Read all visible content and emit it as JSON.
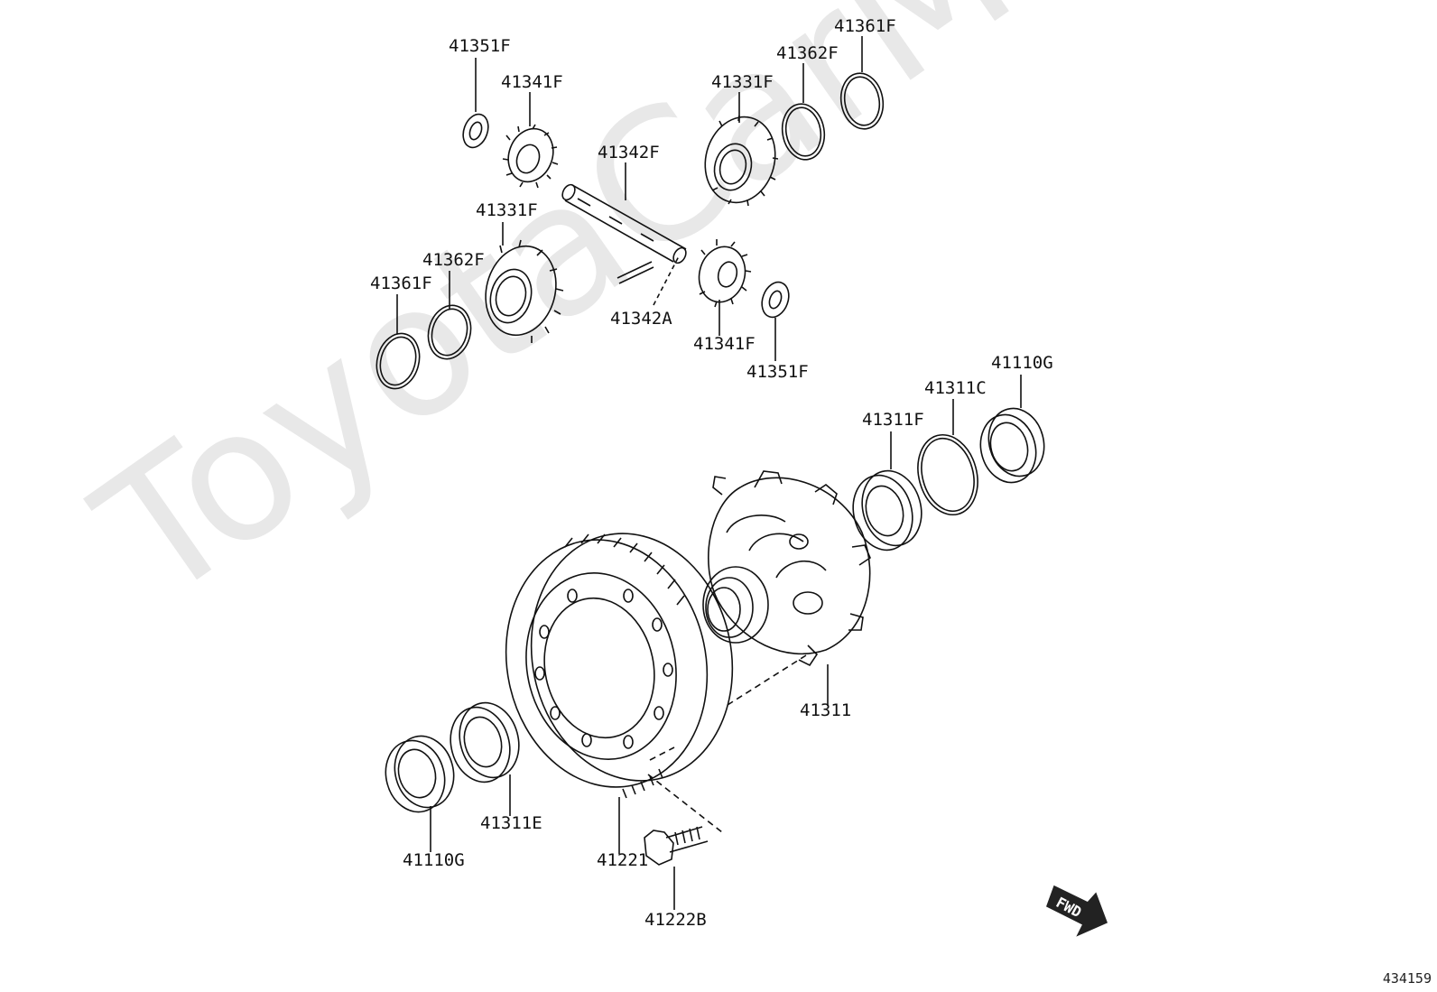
{
  "diagram": {
    "watermark": "ToyotaCarMine.ru",
    "reference_code": "434159",
    "direction_arrow_label": "FWD",
    "parts": [
      {
        "id": "p1",
        "label": "41351F"
      },
      {
        "id": "p2",
        "label": "41341F"
      },
      {
        "id": "p3",
        "label": "41331F"
      },
      {
        "id": "p4",
        "label": "41362F"
      },
      {
        "id": "p5",
        "label": "41361F"
      },
      {
        "id": "p6",
        "label": "41342F"
      },
      {
        "id": "p7",
        "label": "41331F"
      },
      {
        "id": "p8",
        "label": "41362F"
      },
      {
        "id": "p9",
        "label": "41361F"
      },
      {
        "id": "p10",
        "label": "41342A"
      },
      {
        "id": "p11",
        "label": "41341F"
      },
      {
        "id": "p12",
        "label": "41351F"
      },
      {
        "id": "p13",
        "label": "41110G"
      },
      {
        "id": "p14",
        "label": "41311C"
      },
      {
        "id": "p15",
        "label": "41311F"
      },
      {
        "id": "p16",
        "label": "41311"
      },
      {
        "id": "p17",
        "label": "41311E"
      },
      {
        "id": "p18",
        "label": "41110G"
      },
      {
        "id": "p19",
        "label": "41221"
      },
      {
        "id": "p20",
        "label": "41222B"
      }
    ]
  }
}
